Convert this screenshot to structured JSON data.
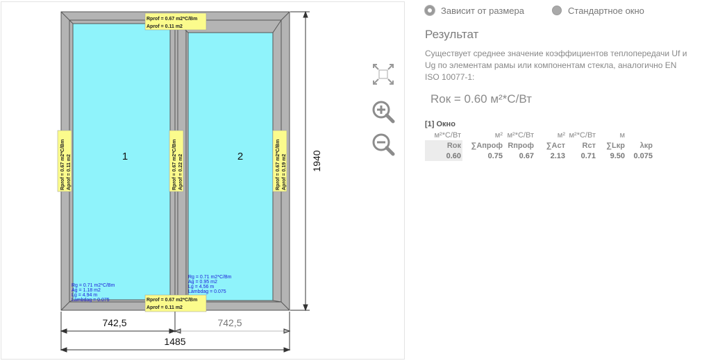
{
  "drawing": {
    "sash_1_number": "1",
    "sash_2_number": "2",
    "dim_height": "1940",
    "dim_width_left": "742,5",
    "dim_width_right": "742,5",
    "dim_width_total": "1485",
    "label_top": {
      "line1": "Rprof = 0.67 m2*C/Bm",
      "line2": "Aprof = 0.11 m2"
    },
    "label_bottom": {
      "line1": "Rprof = 0.67 m2*C/Bm",
      "line2": "Aprof = 0.11 m2"
    },
    "label_left": {
      "line1": "Rprof = 0.67 m2*C/Bm",
      "line2": "Aprof = 0.11 m2"
    },
    "label_mullion": {
      "line1": "Rprof = 0.67 m2*C/Bm",
      "line2": "Aprof = 0.22 m2"
    },
    "label_right": {
      "line1": "Rprof = 0.67 m2*C/Bm",
      "line2": "Aprof = 0.19 m2"
    },
    "glass_1": [
      "Rg = 0.71 m2*C/Bm",
      "Ag = 1.18 m2",
      "Lg = 4.94 m",
      "Lambdag = 0.075"
    ],
    "glass_2": [
      "Rg = 0.71 m2*C/Bm",
      "Ag = 0.95 m2",
      "Lg = 4.56 m",
      "Lambdag = 0.075"
    ]
  },
  "controls": {
    "fit_icon": "fit-to-screen-icon",
    "zoom_in_icon": "zoom-in-icon",
    "zoom_out_icon": "zoom-out-icon"
  },
  "options": {
    "radio_size": "Зависит от размера",
    "radio_standard": "Стандартное окно",
    "selected": "radio_size"
  },
  "result": {
    "title": "Результат",
    "description": "Существует среднее значение коэффициентов теплопередачи Uf и Ug по элементам рамы или компонентам стекла, аналогично EN ISO 10077-1:",
    "rok_main": "Rок = 0.60 м²*С/Вт",
    "table_title": "[1] Окно",
    "units": [
      "м²*С/Вт",
      "м²",
      "м²*С/Вт",
      "м²",
      "м²*С/Вт",
      "м",
      ""
    ],
    "headers": [
      "Rок",
      "∑Апроф",
      "Rпроф",
      "∑Aст",
      "Rст",
      "∑Lкр",
      "λкр"
    ],
    "values": [
      "0.60",
      "0.75",
      "0.67",
      "2.13",
      "0.71",
      "9.50",
      "0.075"
    ]
  },
  "colors": {
    "frame": "#b4b4b4",
    "glass": "#8ff3fb",
    "label_bg": "#fbfb8c",
    "glass_text": "#1a1ad8"
  }
}
